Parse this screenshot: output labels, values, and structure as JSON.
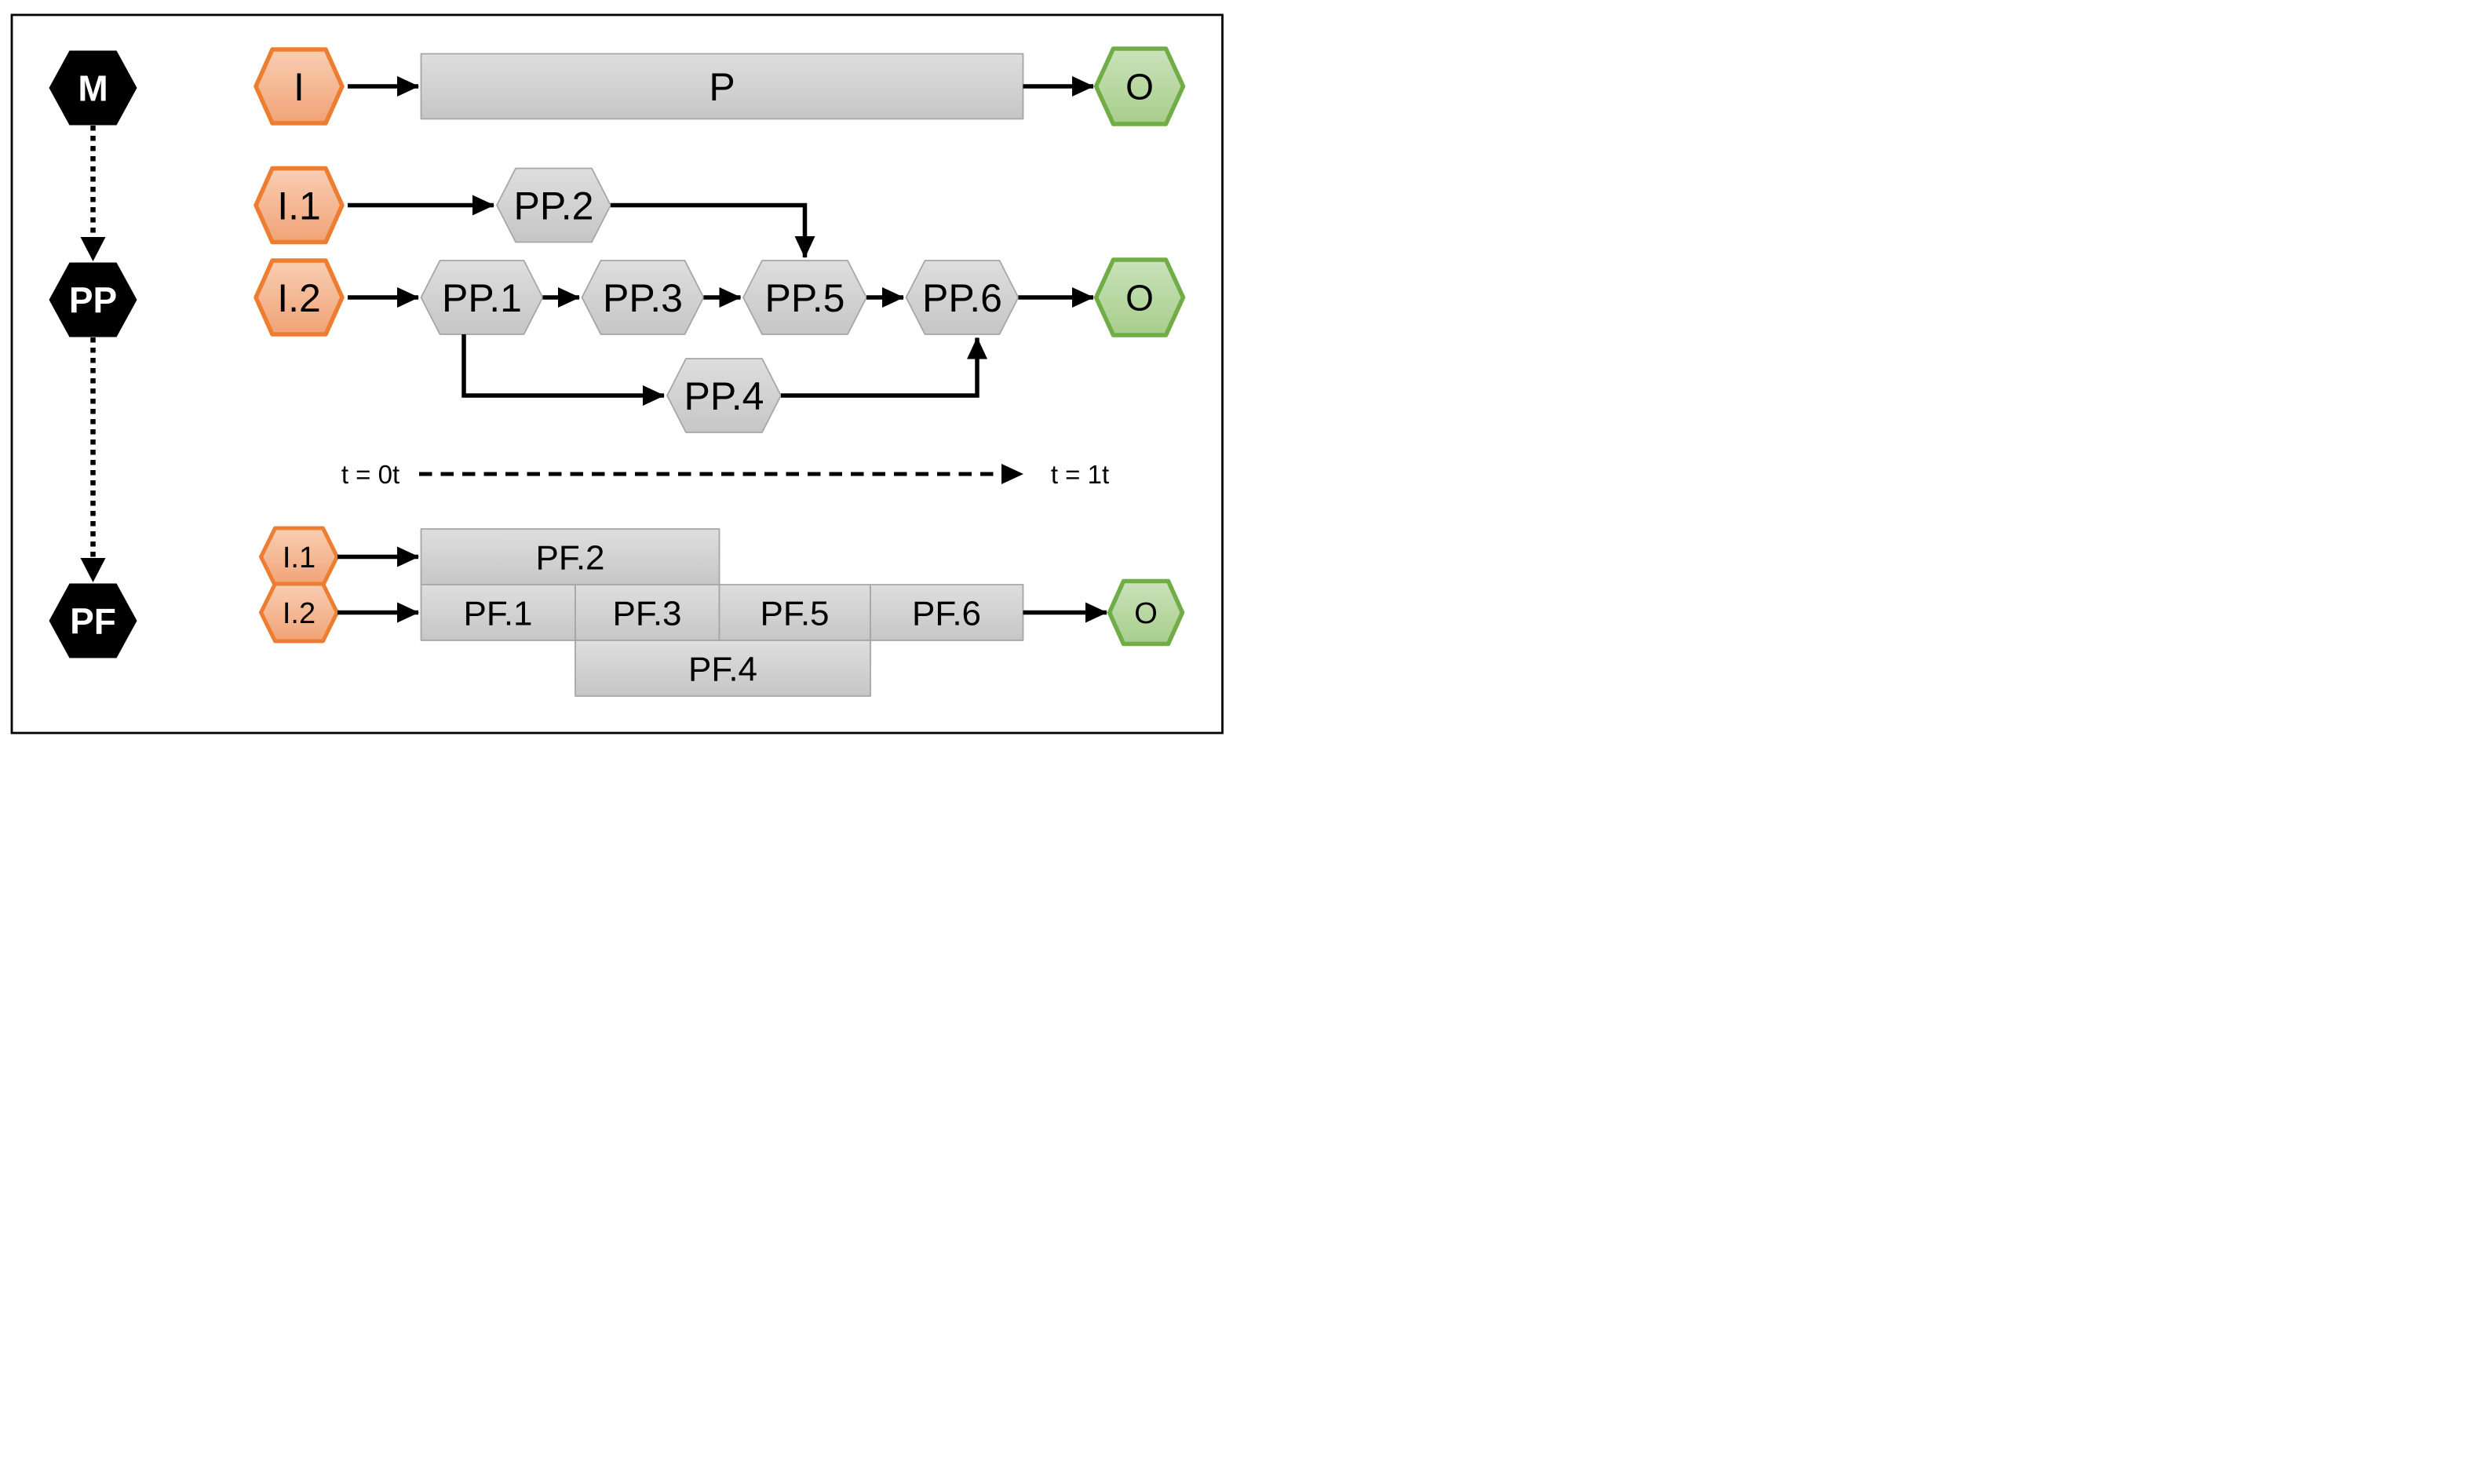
{
  "palette": {
    "input_border": "#ED7D31",
    "input_fill_top": "#F9CEB3",
    "input_fill_bottom": "#F0A376",
    "process_border": "#A6A6A6",
    "process_fill_top": "#DEDEDE",
    "process_fill_bottom": "#C6C6C6",
    "output_border": "#70AD47",
    "output_fill_top": "#CAE2BB",
    "output_fill_bottom": "#A7CE8B",
    "level_fill": "#000000",
    "connector": "#000000",
    "background": "#FFFFFF"
  },
  "levels": {
    "m_label": "M",
    "pp_label": "PP",
    "pf_label": "PF"
  },
  "p_row": {
    "input": "I",
    "process": "P",
    "output": "O"
  },
  "pp_row": {
    "input1": "I.1",
    "input2": "I.2",
    "pp1": "PP.1",
    "pp2": "PP.2",
    "pp3": "PP.3",
    "pp4": "PP.4",
    "pp5": "PP.5",
    "pp6": "PP.6",
    "output": "O"
  },
  "timeline": {
    "start_label": "t = 0t",
    "end_label": "t = 1t"
  },
  "pf_row": {
    "input1": "I.1",
    "input2": "I.2",
    "pf1": "PF.1",
    "pf2": "PF.2",
    "pf3": "PF.3",
    "pf4": "PF.4",
    "pf5": "PF.5",
    "pf6": "PF.6",
    "output": "O"
  }
}
